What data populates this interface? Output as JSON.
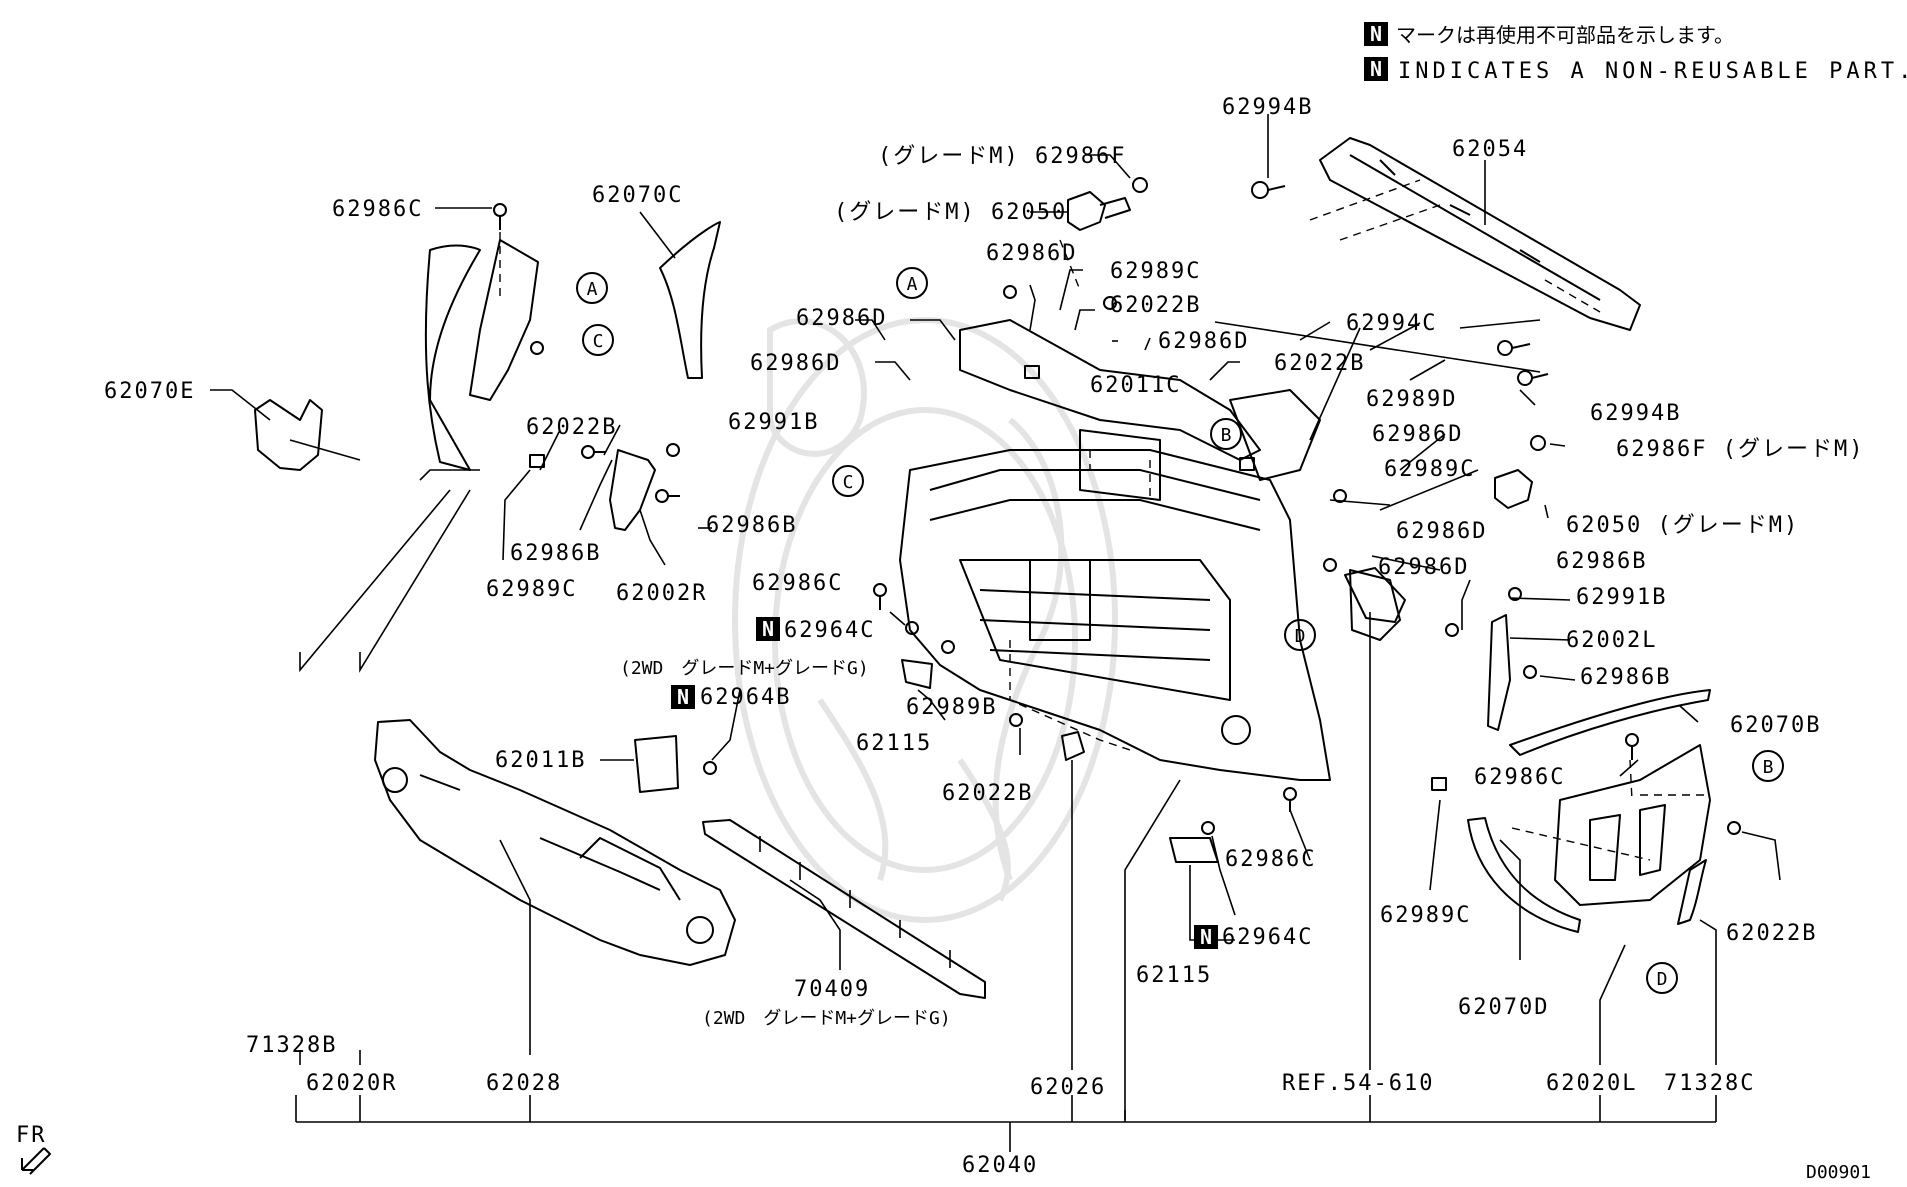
{
  "legend": {
    "badge": "N",
    "line_jp": "マークは再使用不可部品を示します。",
    "line_en": "INDICATES A NON-REUSABLE PART."
  },
  "callouts": [
    {
      "letter": "A"
    },
    {
      "letter": "C"
    },
    {
      "letter": "A"
    },
    {
      "letter": "C"
    },
    {
      "letter": "B"
    },
    {
      "letter": "D"
    },
    {
      "letter": "B"
    },
    {
      "letter": "D"
    }
  ],
  "labels": {
    "p62994B_top": "62994B",
    "p62054": "62054",
    "p62986F_left": "(グレードM) 62986F",
    "p62050_left": "(グレードM) 62050",
    "p62986C_tl": "62986C",
    "p62070C": "62070C",
    "p62986D_a": "62986D",
    "p62989C_a": "62989C",
    "p62986D_b": "62986D",
    "p62022B_a": "62022B",
    "p62986D_c": "62986D",
    "p62986D_d": "62986D",
    "p62022B_b": "62022B",
    "p62011C": "62011C",
    "p62994C": "62994C",
    "p62994B_bot": "62994B",
    "p62989D": "62989D",
    "p62986D_e": "62986D",
    "p62986F_right": "62986F (グレードM)",
    "p62989C_b": "62989C",
    "p62050_right": "62050 (グレードM)",
    "p62986D_f": "62986D",
    "p62986D_g": "62986D",
    "p62070E": "62070E",
    "p62022B_c": "62022B",
    "p62991B_a": "62991B",
    "p62986B_a": "62986B",
    "p62986B_b": "62986B",
    "p62989C_c": "62989C",
    "p62002R": "62002R",
    "p62986C_m": "62986C",
    "p62964C_a": "62964C",
    "note_2wd_a": "(2WD　グレードM+グレードG)",
    "p62964B": "62964B",
    "p62989B": "62989B",
    "p62115_a": "62115",
    "p62022B_d": "62022B",
    "p62011B": "62011B",
    "p62986B_c": "62986B",
    "p62991B_b": "62991B",
    "p62002L": "62002L",
    "p62986B_d": "62986B",
    "p62070B": "62070B",
    "p62986C_r": "62986C",
    "p62986C_b": "62986C",
    "p62989C_d": "62989C",
    "p62022B_e": "62022B",
    "p62964C_b": "62964C",
    "p62115_b": "62115",
    "p62070D": "62070D",
    "p70409": "70409",
    "note_2wd_b": "(2WD　グレードM+グレードG)",
    "p71328B": "71328B",
    "p62020R": "62020R",
    "p62028": "62028",
    "p62026": "62026",
    "ref": "REF.54-610",
    "p62020L": "62020L",
    "p71328C": "71328C",
    "p62040": "62040",
    "fr": "FR",
    "code": "D00901"
  }
}
